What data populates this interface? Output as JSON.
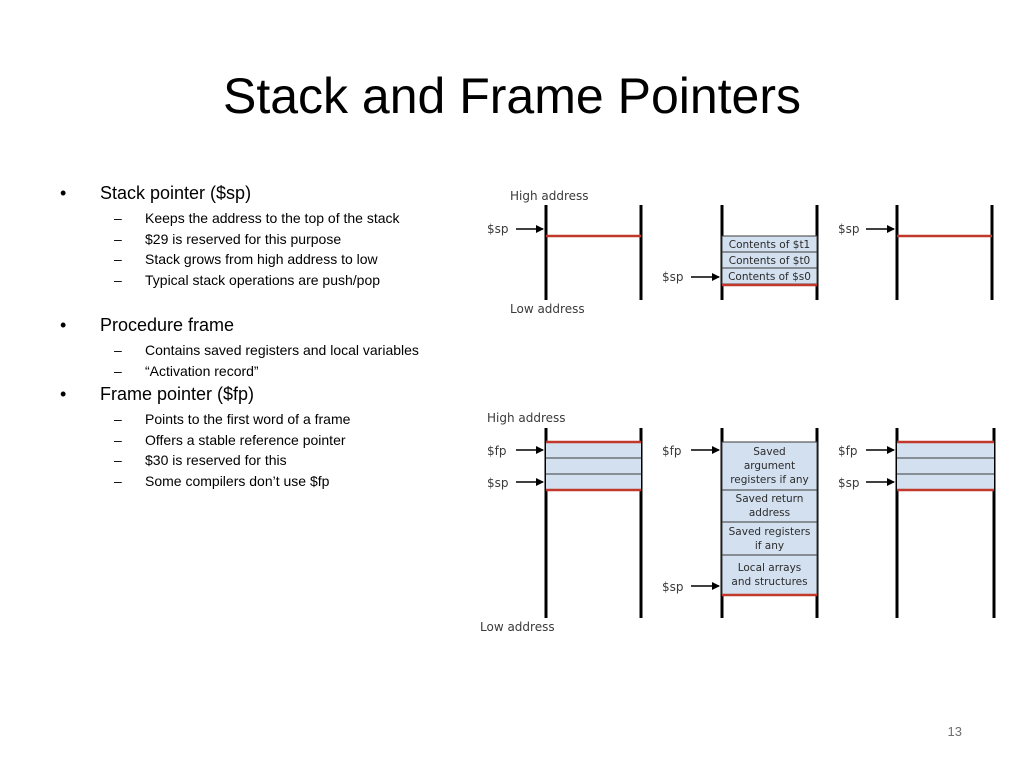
{
  "slide": {
    "title": "Stack and Frame Pointers",
    "page_number": "13"
  },
  "bullets": [
    {
      "text": "Stack pointer ($sp)",
      "subs": [
        "Keeps the address to the top of the stack",
        "$29 is reserved for this purpose",
        "Stack grows from high address to low",
        "Typical stack operations are push/pop"
      ]
    },
    {
      "text": "Procedure frame",
      "subs": [
        "Contains saved registers and local variables",
        "“Activation record”"
      ]
    },
    {
      "text": "Frame pointer ($fp)",
      "subs": [
        "Points to the first word of a frame",
        "Offers a stable reference pointer",
        "$30 is reserved for this",
        "Some compilers don’t use $fp"
      ]
    }
  ],
  "bullet_symbol": "•",
  "dash_symbol": "–",
  "diagram_top": {
    "high_label": "High address",
    "low_label": "Low address",
    "sp_label": "$sp",
    "cells": [
      "Contents of $t1",
      "Contents of $t0",
      "Contents of $s0"
    ]
  },
  "diagram_bottom": {
    "high_label": "High address",
    "low_label": "Low address",
    "fp_label": "$fp",
    "sp_label": "$sp",
    "cells": [
      [
        "Saved",
        "argument",
        "registers if any"
      ],
      [
        "Saved return",
        "address"
      ],
      [
        "Saved registers",
        "if any"
      ],
      [
        "Local arrays",
        "and structures"
      ]
    ]
  },
  "colors": {
    "stack_line": "#000000",
    "pointer_line": "#c0392b",
    "cell_fill": "#d3e0f0",
    "cell_border": "#3a3a3a"
  }
}
